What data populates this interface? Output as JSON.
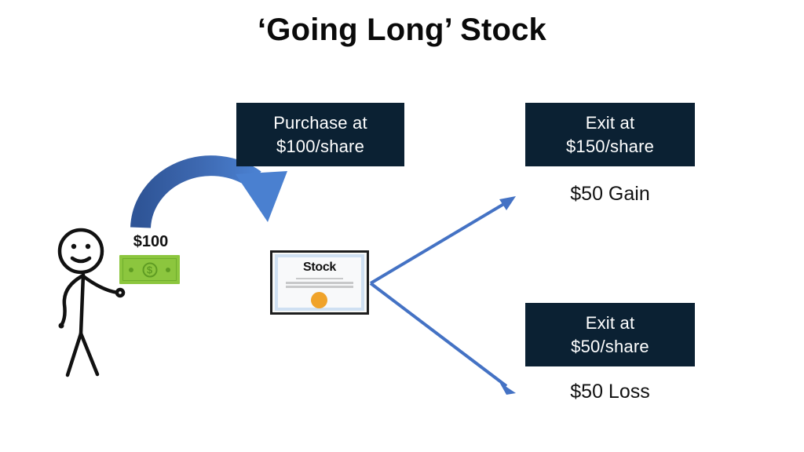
{
  "slide": {
    "title": "‘Going Long’ Stock",
    "background_color": "#ffffff"
  },
  "colors": {
    "navy_box": "#0b2133",
    "arrow_blue": "#4472c4",
    "arrow_blue_dark": "#2f5597",
    "money_green": "#8cc63e",
    "seal_orange": "#f0a32a",
    "text_dark": "#111111"
  },
  "actor": {
    "name": "stick-figure-investor",
    "holds": "money"
  },
  "money": {
    "amount_label": "$100",
    "icon": "banknote-icon",
    "currency_symbol": "$"
  },
  "certificate": {
    "title": "Stock",
    "icon": "stock-certificate-icon",
    "seal": "gold-seal"
  },
  "flow": {
    "purchase": {
      "box_label": "Purchase at\n$100/share",
      "arrow": "curved-purchase-arrow"
    },
    "outcomes": [
      {
        "id": "gain",
        "box_label": "Exit at\n$150/share",
        "result_label": "$50 Gain",
        "arrow": "up-right-arrow"
      },
      {
        "id": "loss",
        "box_label": "Exit at\n$50/share",
        "result_label": "$50 Loss",
        "arrow": "down-right-arrow"
      }
    ]
  }
}
